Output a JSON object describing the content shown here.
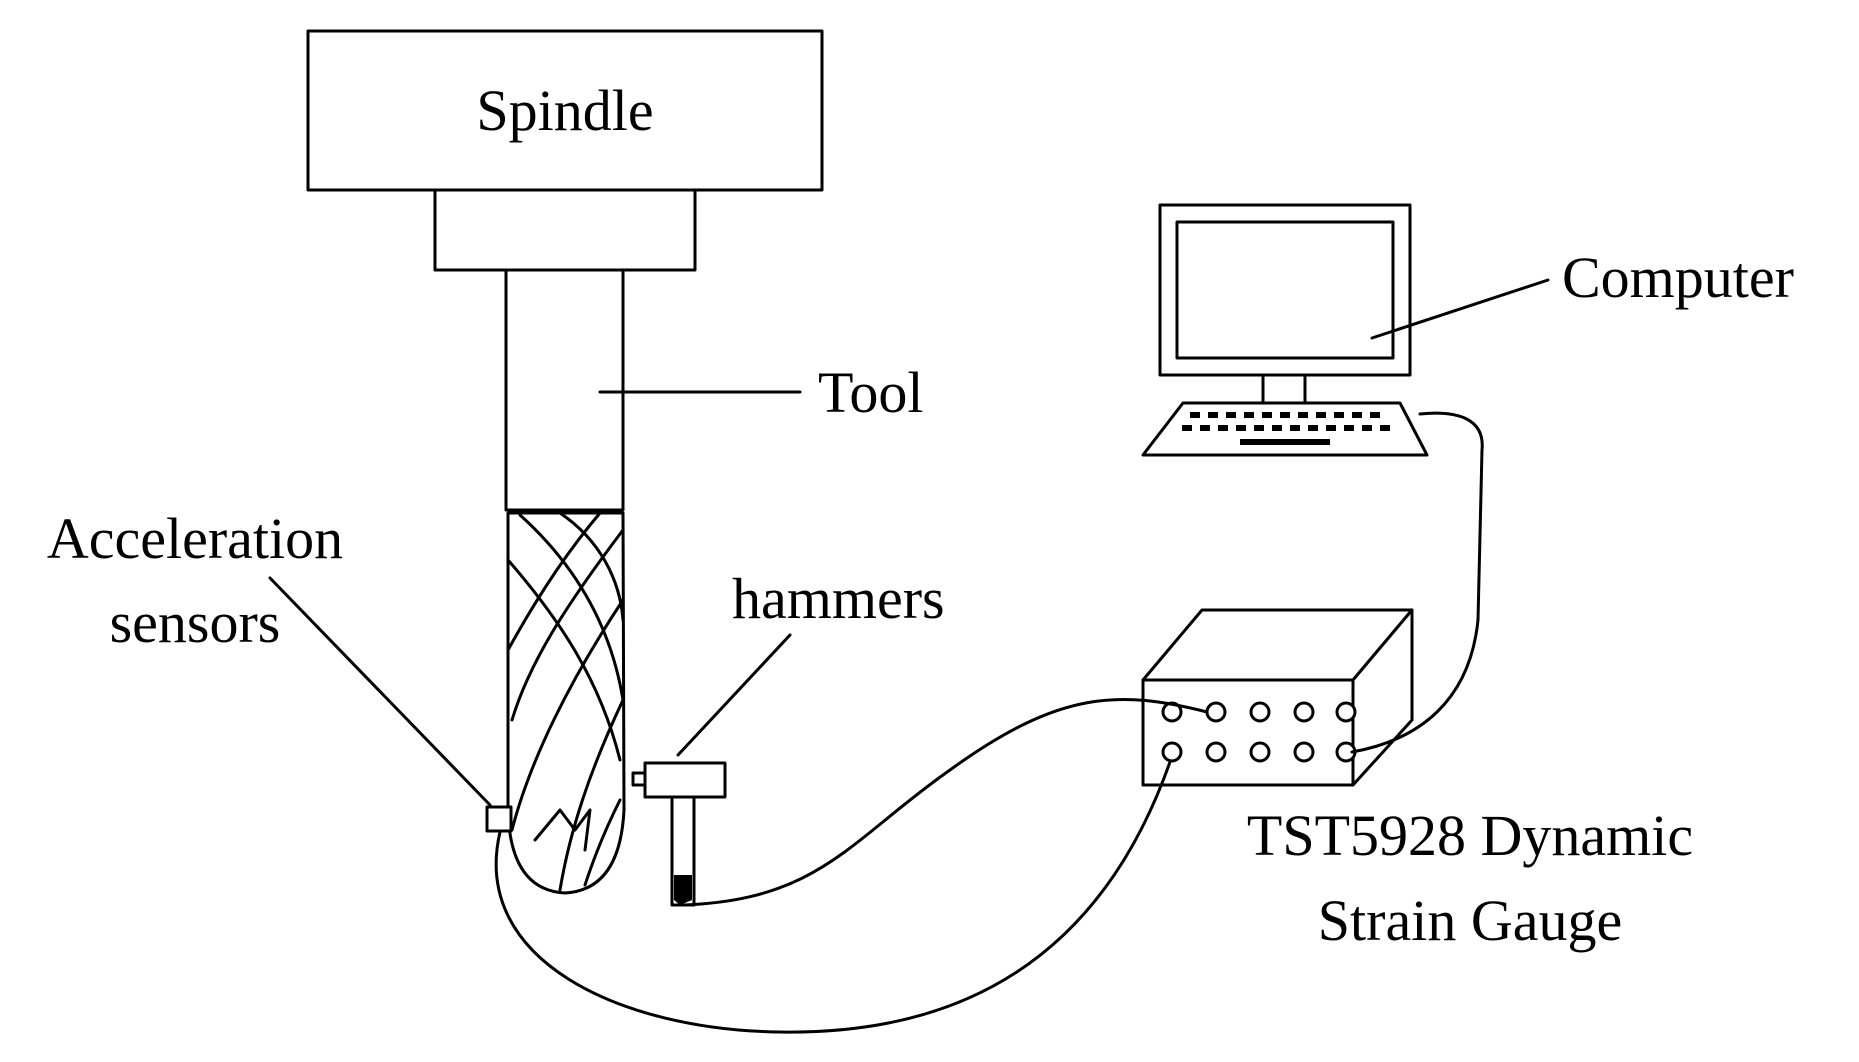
{
  "labels": {
    "spindle": "Spindle",
    "tool": "Tool",
    "computer": "Computer",
    "acceleration_sensors": [
      "Acceleration",
      "sensors"
    ],
    "hammers": "hammers",
    "strain_gauge": [
      "TST5928 Dynamic",
      "Strain Gauge"
    ]
  }
}
